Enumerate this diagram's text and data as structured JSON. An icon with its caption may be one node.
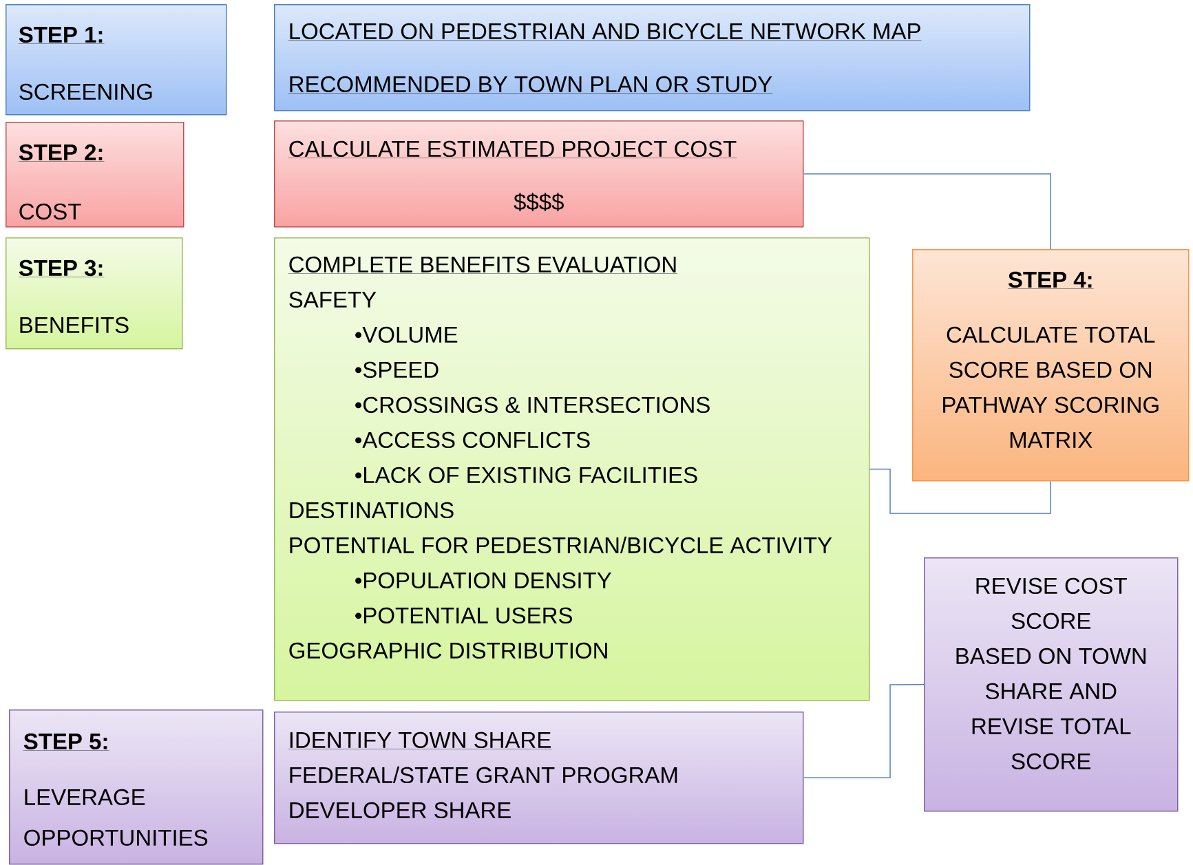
{
  "diagram": {
    "nodes": [
      {
        "text": [
          "STEP 1:",
          "SCREENING"
        ]
      },
      {
        "text": [
          "LOCATED ON PEDESTRIAN AND BICYCLE NETWORK MAP",
          "RECOMMENDED BY TOWN PLAN OR STUDY"
        ]
      },
      {
        "text": [
          "STEP 2:",
          "COST"
        ]
      },
      {
        "text": [
          "CALCULATE ESTIMATED PROJECT COST",
          "$$$$"
        ]
      },
      {
        "text": [
          "STEP 3:",
          "BENEFITS"
        ]
      },
      {
        "text": [
          "COMPLETE BENEFITS EVALUATION",
          "SAFETY",
          "•VOLUME",
          "•SPEED",
          "•CROSSINGS & INTERSECTIONS",
          "•ACCESS CONFLICTS",
          "•LACK OF EXISTING FACILITIES",
          "DESTINATIONS",
          "POTENTIAL FOR PEDESTRIAN/BICYCLE ACTIVITY",
          "•POPULATION DENSITY",
          "•POTENTIAL USERS",
          "GEOGRAPHIC DISTRIBUTION"
        ]
      },
      {
        "text": [
          "STEP 4:",
          "CALCULATE TOTAL SCORE BASED ON PATHWAY SCORING MATRIX"
        ]
      },
      {
        "text": [
          "REVISE COST SCORE",
          "BASED ON TOWN SHARE AND REVISE TOTAL SCORE"
        ]
      },
      {
        "text": [
          "STEP 5:",
          "LEVERAGE OPPORTUNITIES"
        ]
      },
      {
        "text": [
          "IDENTIFY TOWN SHARE",
          "FEDERAL/STATE GRANT PROGRAM",
          "DEVELOPER SHARE"
        ]
      }
    ],
    "edges": [
      {
        "from": 3,
        "to": 6,
        "arrow": "none"
      },
      {
        "from": 5,
        "to": 6,
        "arrow": "none"
      },
      {
        "from": 9,
        "to": 7,
        "arrow": "none"
      }
    ]
  }
}
